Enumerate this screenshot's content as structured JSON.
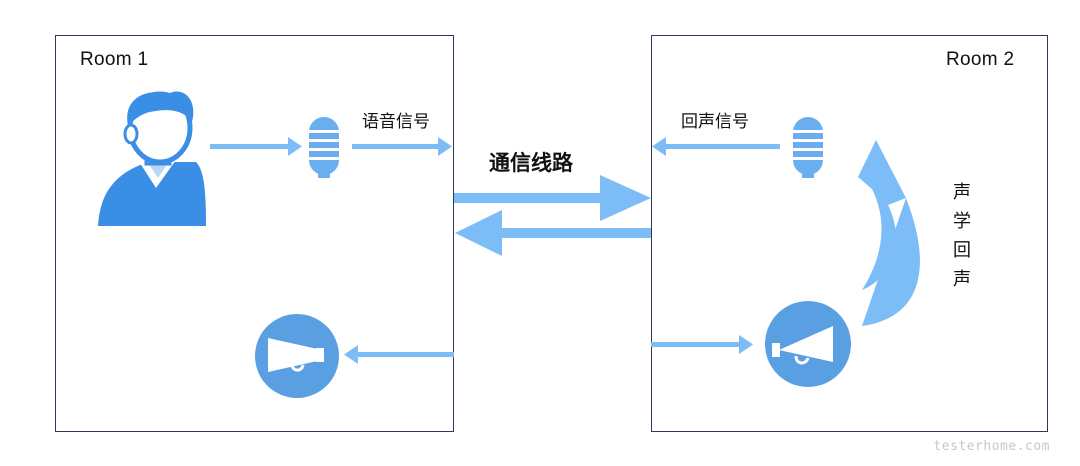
{
  "rooms": {
    "room1_title": "Room 1",
    "room2_title": "Room 2"
  },
  "labels": {
    "voice_signal": "语音信号",
    "echo_signal": "回声信号",
    "communication_line": "通信线路",
    "acoustic_echo": "声学回声"
  },
  "watermark": "testerhome.com",
  "colors": {
    "arrow": "#7cbcf7",
    "person": "#3a8ee6",
    "microphone": "#6aaef0",
    "speaker": "#5b9fe3",
    "border": "#2d3a5a"
  },
  "icons": [
    "person-icon",
    "microphone-icon",
    "speaker-icon"
  ]
}
